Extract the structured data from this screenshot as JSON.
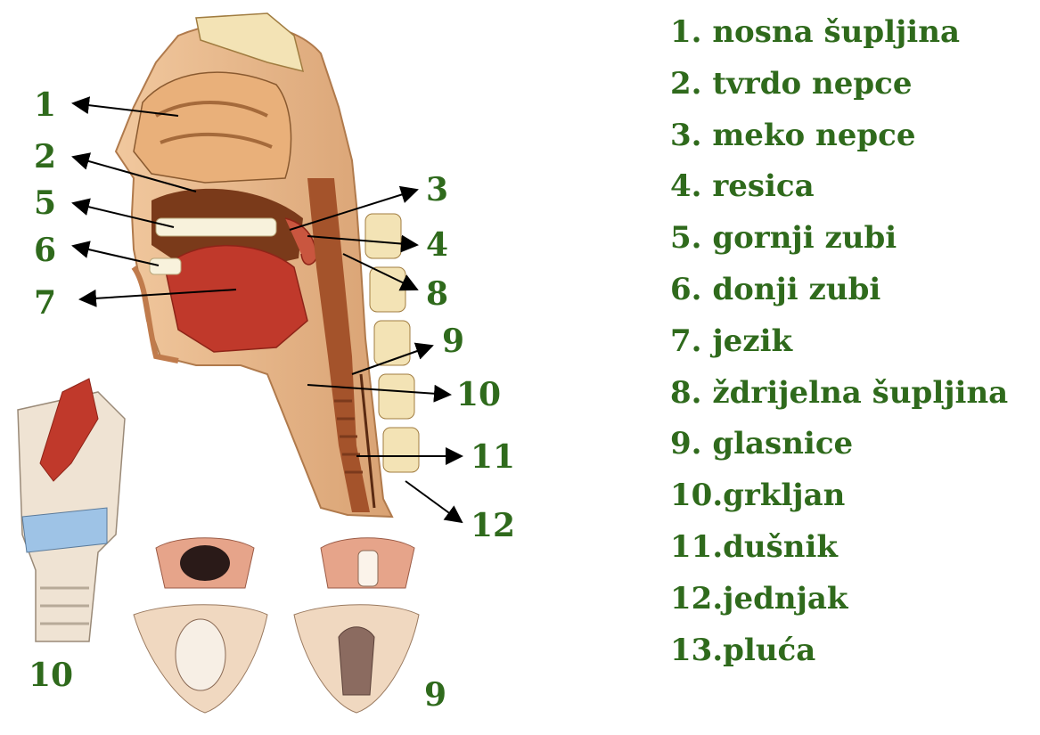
{
  "labels": [
    "1",
    "2",
    "3",
    "4",
    "5",
    "6",
    "7",
    "8",
    "9",
    "10",
    "11",
    "12"
  ],
  "inset_labels": {
    "larynx": "10",
    "vocal_cords": "9"
  },
  "legend": [
    "1. nosna šupljina",
    "2. tvrdo nepce",
    "3. meko nepce",
    "4. resica",
    "5. gornji zubi",
    "6. donji zubi",
    "7. jezik",
    "8. ždrijelna šupljina",
    "9. glasnice",
    "10.grkljan",
    "11.dušnik",
    "12.jednjak",
    "13.pluća"
  ],
  "colors": {
    "text": "#2f6a1c",
    "arrow": "#000000",
    "skin": "#e8b98a",
    "muscle": "#c0392b",
    "bone": "#f3e3b5",
    "cavity": "#7a3a1a"
  }
}
